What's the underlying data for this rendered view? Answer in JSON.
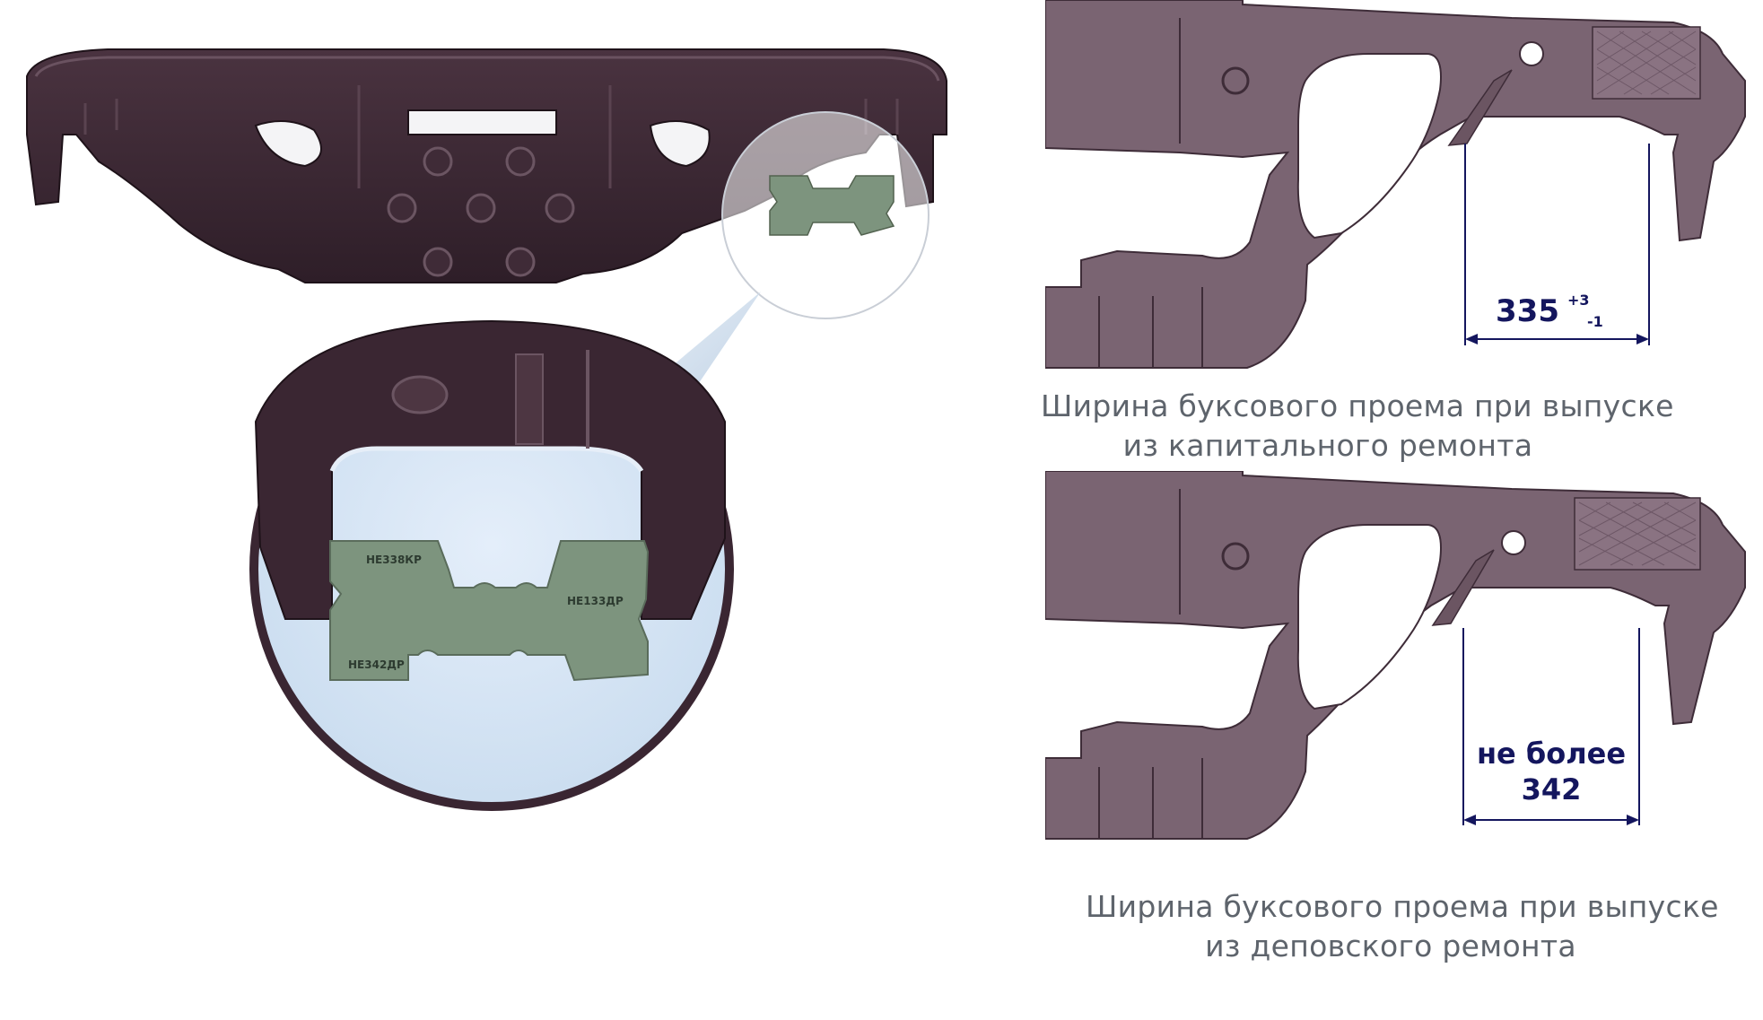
{
  "template": {
    "label_top_left": "НЕ338КР",
    "label_right": "НЕ133ДР",
    "label_bottom_left": "НЕ342ДР"
  },
  "panel_capital": {
    "dimension_value": "335",
    "tolerance_upper": "+3",
    "tolerance_lower": "-1",
    "caption_line1": "Ширина буксового проема при выпуске",
    "caption_line2": "из капитального ремонта"
  },
  "panel_depot": {
    "dimension_line1": "не более",
    "dimension_line2": "342",
    "caption_line1": "Ширина буксового проема при выпуске",
    "caption_line2": "из деповского ремонта"
  },
  "colors": {
    "frame_dark": "#3a2632",
    "frame_side": "#7a6472",
    "template_green": "#7d947e",
    "zoom_background": "#d6e6f6",
    "dimension_blue": "#14165e"
  }
}
